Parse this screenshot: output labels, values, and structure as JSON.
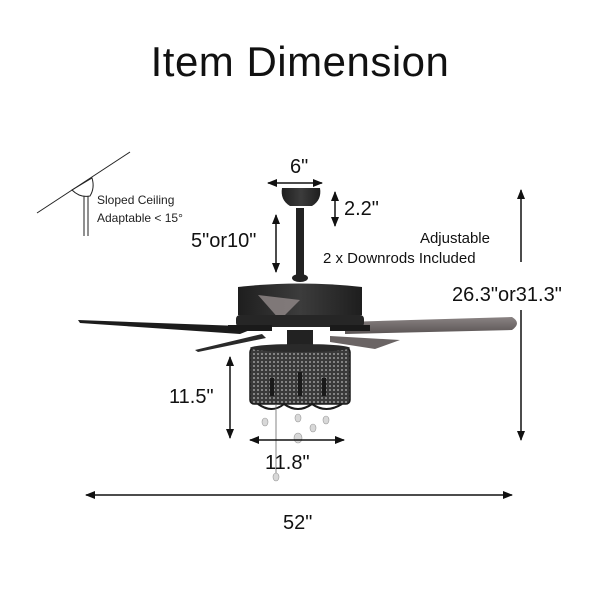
{
  "title": "Item Dimension",
  "ceiling_note": {
    "line1": "Sloped Ceiling",
    "line2": "Adaptable < 15°"
  },
  "downrod_note": {
    "line1": "Adjustable",
    "line2": "2 x Downrods Included"
  },
  "dimensions": {
    "canopy_width": "6\"",
    "canopy_height": "2.2\"",
    "downrod_length": "5\"or10\"",
    "overall_height": "26.3\"or31.3\"",
    "light_kit_height": "11.5\"",
    "light_kit_width": "11.8\"",
    "blade_span": "52\""
  },
  "colors": {
    "fan_body": "#2a2a2a",
    "blade": "#6e6868",
    "line": "#111111",
    "background": "#ffffff"
  }
}
